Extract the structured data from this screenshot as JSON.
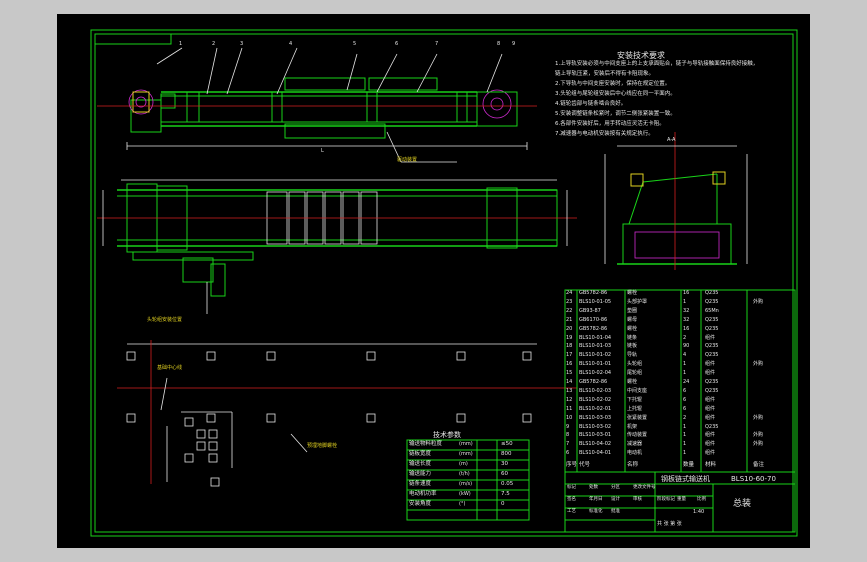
{
  "title_block": {
    "drawing_number": "BLS10-60-70",
    "drawing_name": "钢板链式输送机",
    "sheet_label": "总装",
    "scale": "1:40"
  },
  "tech_requirements": {
    "heading": "安装技术要求",
    "items": [
      "1.上导轨安装必须与中间支座上的上支承面贴合，链子与导轨接触面保持良好接触，",
      "  链上导轨压紧，安装后不得有卡阻现象。",
      "2.下导轨与中间支座安装时，保持在规定位置。",
      "3.头轮组与尾轮组安装后中心线应在同一平面内。",
      "4.链轮齿部与链条啮合良好。",
      "5.安装调整链条松紧时，调节二侧张紧装置一致。",
      "6.各部件安装好后，用手转动应灵活无卡阻。",
      "7.减速器与电动机安装按有关规定执行。"
    ]
  },
  "side_view_labels": {
    "part_numbers": [
      "1",
      "2",
      "3",
      "4",
      "5",
      "6",
      "7",
      "8",
      "9"
    ],
    "callout": "驱动装置",
    "overall_dim": "L"
  },
  "plan_view_labels": {
    "callout": "头轮组安装位置"
  },
  "foundation_labels": {
    "callout_center": "基础中心线",
    "callout_bolts": "预埋地脚螺栓"
  },
  "section_view": {
    "label": "A-A"
  },
  "tech_params": {
    "heading": "技术参数",
    "rows": [
      [
        "输送物料粒度",
        "(mm)",
        "≤50"
      ],
      [
        "链板宽度",
        "(mm)",
        "800"
      ],
      [
        "输送长度",
        "(m)",
        "30"
      ],
      [
        "输送能力",
        "(t/h)",
        "60"
      ],
      [
        "链条速度",
        "(m/s)",
        "0.05"
      ],
      [
        "电动机功率",
        "(kW)",
        "7.5"
      ],
      [
        "安装角度",
        "(°)",
        "0"
      ]
    ]
  },
  "bom": {
    "headers": [
      "序号",
      "代号",
      "名称",
      "数量",
      "材料",
      "备注"
    ],
    "rows": [
      [
        "24",
        "GB5782-86",
        "螺栓",
        "16",
        "Q235",
        ""
      ],
      [
        "23",
        "BLS10-01-05",
        "头部护罩",
        "1",
        "Q235",
        "外购"
      ],
      [
        "22",
        "GB93-87",
        "垫圈",
        "32",
        "65Mn",
        ""
      ],
      [
        "21",
        "GB6170-86",
        "螺母",
        "32",
        "Q235",
        ""
      ],
      [
        "20",
        "GB5782-86",
        "螺栓",
        "16",
        "Q235",
        ""
      ],
      [
        "19",
        "BLS10-01-04",
        "链条",
        "2",
        "组件",
        ""
      ],
      [
        "18",
        "BLS10-01-03",
        "链板",
        "90",
        "Q235",
        ""
      ],
      [
        "17",
        "BLS10-01-02",
        "导轨",
        "4",
        "Q235",
        ""
      ],
      [
        "16",
        "BLS10-01-01",
        "头轮组",
        "1",
        "组件",
        "外购"
      ],
      [
        "15",
        "BLS10-02-04",
        "尾轮组",
        "1",
        "组件",
        ""
      ],
      [
        "14",
        "GB5782-86",
        "螺栓",
        "24",
        "Q235",
        ""
      ],
      [
        "13",
        "BLS10-02-03",
        "中间支座",
        "6",
        "Q235",
        ""
      ],
      [
        "12",
        "BLS10-02-02",
        "下托辊",
        "6",
        "组件",
        ""
      ],
      [
        "11",
        "BLS10-02-01",
        "上托辊",
        "6",
        "组件",
        ""
      ],
      [
        "10",
        "BLS10-03-03",
        "张紧装置",
        "2",
        "组件",
        "外购"
      ],
      [
        "9",
        "BLS10-03-02",
        "机架",
        "1",
        "Q235",
        ""
      ],
      [
        "8",
        "BLS10-03-01",
        "传动装置",
        "1",
        "组件",
        "外购"
      ],
      [
        "7",
        "BLS10-04-02",
        "减速器",
        "1",
        "组件",
        "外购"
      ],
      [
        "6",
        "BLS10-04-01",
        "电动机",
        "1",
        "组件",
        ""
      ]
    ]
  },
  "title_block_rows": {
    "left_labels": [
      "标记",
      "处数",
      "分区",
      "更改文件号",
      "签名",
      "年月日",
      "设计",
      "审核",
      "工艺",
      "标准化",
      "批准"
    ],
    "stage_labels": [
      "阶段标记",
      "重量",
      "比例"
    ],
    "sheet_info": "共 张 第 张"
  }
}
